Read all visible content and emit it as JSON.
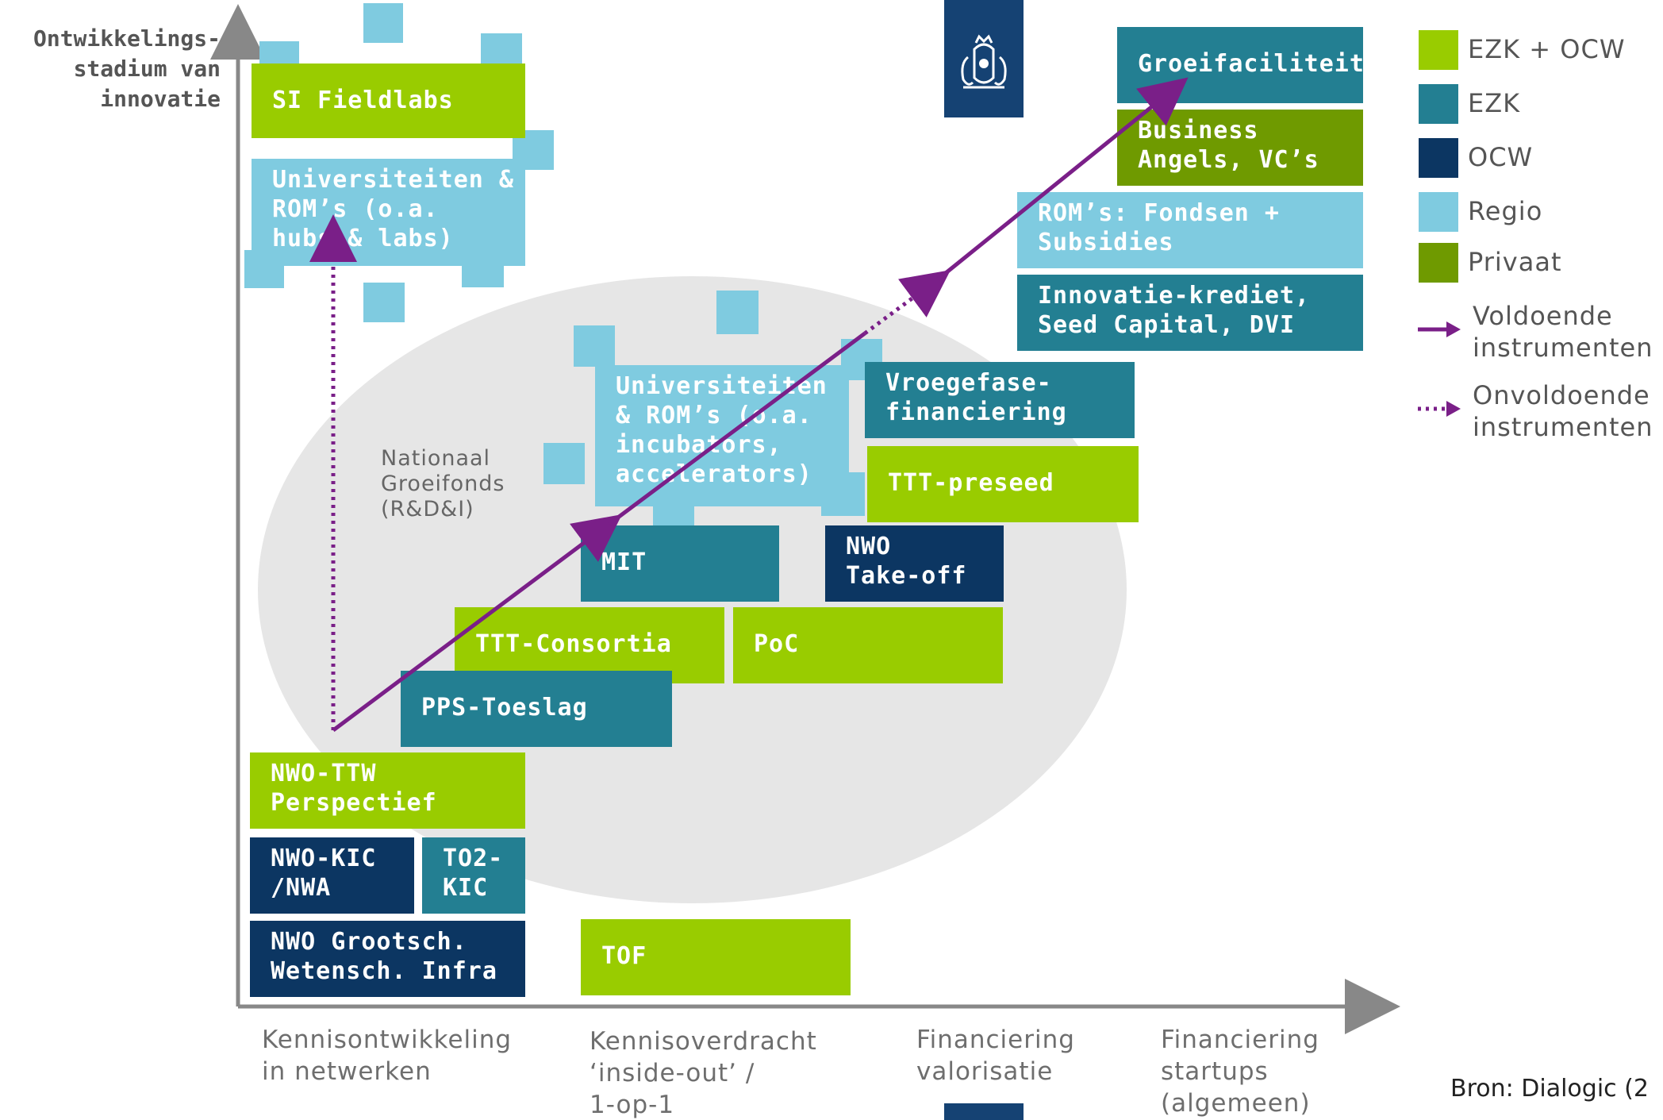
{
  "colors": {
    "ezk_ocw": "#99cc00",
    "ezk": "#237f92",
    "ocw": "#0c3662",
    "regio": "#7fcbe0",
    "privaat": "#6f9a00",
    "arrow": "#7a1f88",
    "ellipse": "#e6e6e6",
    "axis": "#888888"
  },
  "y_axis_label": "Ontwikkelings-\nstadium van\ninnovatie",
  "x_axis_labels": [
    "Kennisontwikkeling\nin netwerken",
    "Kennisoverdracht\n‘inside-out’ /\n1-op-1",
    "Financiering\nvalorisatie",
    "Financiering\nstartups\n(algemeen)"
  ],
  "ellipse_label": "Nationaal\nGroeifonds\n(R&D&I)",
  "boxes": {
    "si_fieldlabs": "SI Fieldlabs",
    "universiteiten_hubs": "Universiteiten &\nROM’s (o.a.\nhubs & labs)",
    "universiteiten_incubators": "Universiteiten\n& ROM’s (o.a.\nincubators,\naccelerators)",
    "groeifaciliteit": "Groeifaciliteit",
    "business_angels": "Business\nAngels, VC’s",
    "roms_fondsen": "ROM’s: Fondsen +\nSubsidies",
    "innovatiekrediet": "Innovatie-krediet,\nSeed Capital, DVI",
    "vroegefase": "Vroegefase-\nfinanciering",
    "ttt_preseed": "TTT-preseed",
    "mit": "MIT",
    "nwo_takeoff": "NWO\nTake-off",
    "ttt_consortia": "TTT-Consortia",
    "poc": "PoC",
    "pps_toeslag": "PPS-Toeslag",
    "nwo_ttw": "NWO-TTW\nPerspectief",
    "nwo_kic": "NWO-KIC\n/NWA",
    "to2_kic": "TO2-\nKIC",
    "nwo_grootsch": "NWO Grootsch.\nWetensch. Infra",
    "tof": "TOF"
  },
  "legend": [
    {
      "label": "EZK + OCW",
      "color": "#99cc00"
    },
    {
      "label": "EZK",
      "color": "#237f92"
    },
    {
      "label": "OCW",
      "color": "#0c3662"
    },
    {
      "label": "Regio",
      "color": "#7fcbe0"
    },
    {
      "label": "Privaat",
      "color": "#6f9a00"
    },
    {
      "label": "Voldoende\ninstrumenten",
      "color": "#7a1f88"
    },
    {
      "label": "Onvoldoende\ninstrumenten",
      "color": "#7a1f88"
    }
  ],
  "source": "Bron: Dialogic (2"
}
